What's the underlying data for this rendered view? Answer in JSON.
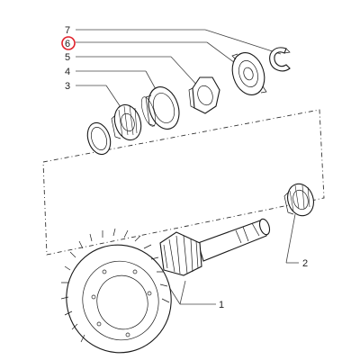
{
  "callouts": {
    "c1": "1",
    "c2": "2",
    "c3": "3",
    "c4": "4",
    "c5": "5",
    "c6": "6",
    "c7": "7"
  },
  "highlighted_callout": "6",
  "colors": {
    "line": "#1a1a1a",
    "highlight": "#e0202a",
    "background": "#ffffff"
  }
}
